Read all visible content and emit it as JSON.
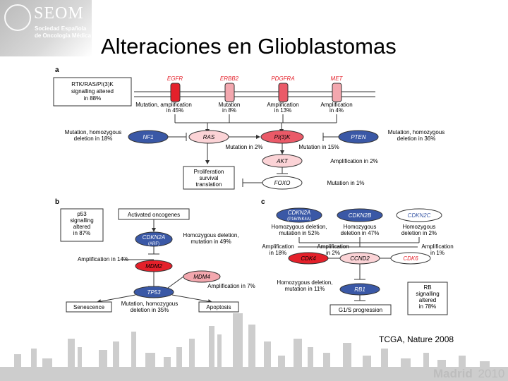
{
  "header": {
    "logo_name": "SEOM",
    "logo_line1": "Sociedad Española",
    "logo_line2": "de Oncología Médica",
    "title": "Alteraciones en Glioblastomas"
  },
  "panel_a": {
    "label": "a",
    "summary": [
      "RTK/RAS/PI(3)K",
      "signalling altered",
      "in 88%"
    ],
    "rtk_genes": [
      {
        "name": "EGFR",
        "note": [
          "Mutation, amplification",
          "in 45%"
        ]
      },
      {
        "name": "ERBB2",
        "note": [
          "Mutation",
          "in 8%"
        ]
      },
      {
        "name": "PDGFRA",
        "note": [
          "Amplification",
          "in 13%"
        ]
      },
      {
        "name": "MET",
        "note": [
          "Amplification",
          "in 4%"
        ]
      }
    ],
    "nf1": {
      "name": "NF1",
      "note": [
        "Mutation, homozygous",
        "deletion in 18%"
      ]
    },
    "ras": {
      "name": "RAS",
      "note": "Mutation in 2%"
    },
    "pi3k": {
      "name": "PI(3)K",
      "note": "Mutation in 15%"
    },
    "pten": {
      "name": "PTEN",
      "note": [
        "Mutation, homozygous",
        "deletion in 36%"
      ]
    },
    "akt": {
      "name": "AKT",
      "note": "Amplification in 2%"
    },
    "foxo": {
      "name": "FOXO",
      "note": "Mutation in 1%"
    },
    "outcome": [
      "Proliferation",
      "survival",
      "translation"
    ]
  },
  "panel_b": {
    "label": "b",
    "summary": [
      "p53",
      "signalling",
      "altered",
      "in 87%"
    ],
    "oncogenes": "Activated oncogenes",
    "cdkn2a": {
      "name": "CDKN2A",
      "sub": "(ARF)",
      "note": [
        "Homozygous deletion,",
        "mutation in 49%"
      ]
    },
    "mdm2": {
      "name": "MDM2",
      "note": "Amplification in 14%"
    },
    "mdm4": {
      "name": "MDM4",
      "note": "Amplification in 7%"
    },
    "tp53": {
      "name": "TP53",
      "note": [
        "Mutation, homozygous",
        "deletion in 35%"
      ]
    },
    "senescence": "Senescence",
    "apoptosis": "Apoptosis"
  },
  "panel_c": {
    "label": "c",
    "cdkn2a": {
      "name": "CDKN2A",
      "sub": "(P16/INK4A)",
      "note": [
        "Homozygous deletion,",
        "mutation in 52%"
      ]
    },
    "cdkn2b": {
      "name": "CDKN2B",
      "note": [
        "Homozygous",
        "deletion in 47%"
      ]
    },
    "cdkn2c": {
      "name": "CDKN2C",
      "note": [
        "Homozygous",
        "deletion in 2%"
      ]
    },
    "cdk4": {
      "name": "CDK4",
      "note": [
        "Amplification",
        "in 18%"
      ]
    },
    "ccnd2": {
      "name": "CCND2",
      "note": [
        "Amplification",
        "in 2%"
      ]
    },
    "cdk6": {
      "name": "CDK6",
      "note": [
        "Amplification",
        "in 1%"
      ]
    },
    "rb1": {
      "name": "RB1",
      "note": [
        "Homozygous deletion,",
        "mutation in 11%"
      ]
    },
    "g1s": "G1/S progression",
    "summary": [
      "RB",
      "signalling",
      "altered",
      "in 78%"
    ]
  },
  "colors": {
    "red": "#e4202a",
    "pink": "#f3a7ae",
    "blue": "#3a58a6",
    "line": "#333333",
    "skyline": "#c9c9c9"
  },
  "citation": "TCGA, Nature 2008",
  "footer": {
    "brand": "Madrid",
    "year": "2010"
  }
}
